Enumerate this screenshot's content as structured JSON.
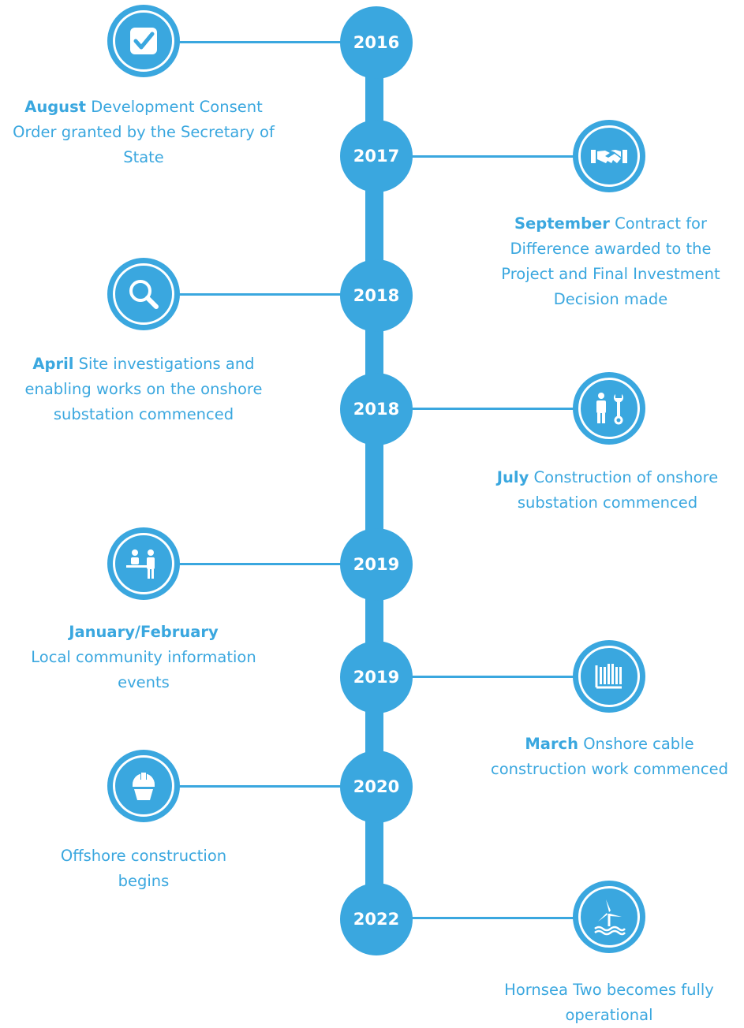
{
  "milestones": [
    {
      "year": "2016"
    },
    {
      "year": "2017"
    },
    {
      "year": "2018"
    },
    {
      "year": "2018"
    },
    {
      "year": "2019"
    },
    {
      "year": "2019"
    },
    {
      "year": "2020"
    },
    {
      "year": "2022"
    }
  ],
  "captions": {
    "c2016": {
      "bold": "August",
      "text": " Development Consent Order granted by the Secretary of State"
    },
    "c2017": {
      "bold": "September",
      "text": " Contract for Difference awarded to the Project and Final Investment Decision made"
    },
    "c2018a": {
      "bold": "April",
      "text": " Site investigations and enabling works on the onshore substation commenced"
    },
    "c2018b": {
      "bold": "July",
      "text": " Construction of onshore substation commenced"
    },
    "c2019a": {
      "bold": "January/February",
      "text": "Local community information events"
    },
    "c2019b": {
      "bold": "March",
      "text": " Onshore cable construction work commenced"
    },
    "c2020": {
      "text": "Offshore construction begins"
    },
    "c2022": {
      "text": "Hornsea Two becomes fully operational"
    }
  },
  "icons": {
    "c2016": "checkbox-icon",
    "c2017": "handshake-icon",
    "c2018a": "magnifier-icon",
    "c2018b": "worker-wrench-icon",
    "c2019a": "community-meeting-icon",
    "c2019b": "cable-drum-icon",
    "c2020": "hard-hat-icon",
    "c2022": "wind-turbine-icon"
  },
  "colors": {
    "accent": "#3aa7df",
    "background": "#ffffff"
  }
}
